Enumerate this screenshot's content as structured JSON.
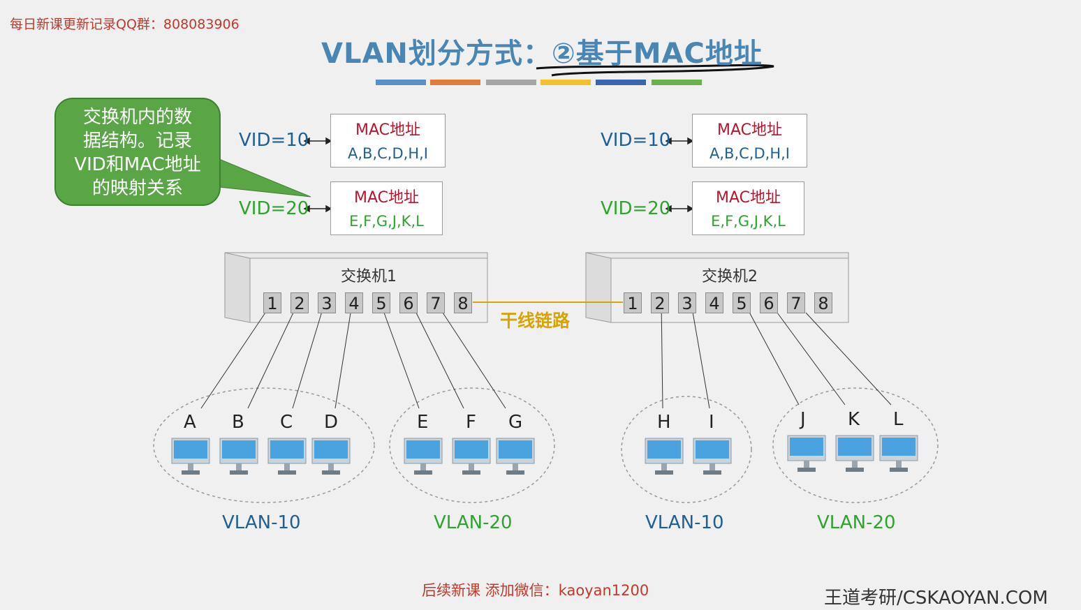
{
  "watermark_top": "每日新课更新记录QQ群：808083906",
  "title": "VLAN划分方式：②基于MAC地址",
  "title_parts": {
    "main": "VLAN划分方式：",
    "sub": "②基于MAC地址"
  },
  "colors": {
    "title": "#4a86b4",
    "bars": [
      "#5b8fc7",
      "#e07b39",
      "#a5a5a5",
      "#f2c12e",
      "#3a66b0",
      "#6ab04c"
    ],
    "vlan10": "#1f5f94",
    "vlan20": "#2ea32e",
    "callout": "#5aa646",
    "trunk": "#d9a400",
    "mac_title": "#b5162e"
  },
  "callout": {
    "lines": [
      "交换机内的数",
      "据结构。记录",
      "VID和MAC地址",
      "的映射关系"
    ]
  },
  "switch1": {
    "label": "交换机1",
    "ports": [
      "1",
      "2",
      "3",
      "4",
      "5",
      "6",
      "7",
      "8"
    ],
    "table": [
      {
        "vid": "VID=10",
        "mac_title": "MAC地址",
        "macs": "A,B,C,D,H,I"
      },
      {
        "vid": "VID=20",
        "mac_title": "MAC地址",
        "macs": "E,F,G,J,K,L"
      }
    ]
  },
  "switch2": {
    "label": "交换机2",
    "ports": [
      "1",
      "2",
      "3",
      "4",
      "5",
      "6",
      "7",
      "8"
    ],
    "table": [
      {
        "vid": "VID=10",
        "mac_title": "MAC地址",
        "macs": "A,B,C,D,H,I"
      },
      {
        "vid": "VID=20",
        "mac_title": "MAC地址",
        "macs": "E,F,G,J,K,L"
      }
    ]
  },
  "trunk_label": "干线链路",
  "groups": [
    {
      "vlan": "VLAN-10",
      "hosts": [
        "A",
        "B",
        "C",
        "D"
      ]
    },
    {
      "vlan": "VLAN-20",
      "hosts": [
        "E",
        "F",
        "G"
      ]
    },
    {
      "vlan": "VLAN-10",
      "hosts": [
        "H",
        "I"
      ]
    },
    {
      "vlan": "VLAN-20",
      "hosts": [
        "J",
        "K",
        "L"
      ]
    }
  ],
  "footer": "后续新课 添加微信：kaoyan1200",
  "brand": "王道考研/CSKAOYAN.COM"
}
